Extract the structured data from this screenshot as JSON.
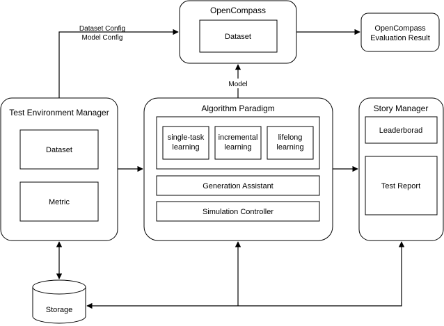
{
  "opencompass": {
    "title": "OpenCompass",
    "dataset": "Dataset",
    "result_line1": "OpenCompass",
    "result_line2": "Evaluation Result"
  },
  "config_label": {
    "line1": "Dataset Config",
    "line2": "Model Config"
  },
  "model_label": "Model",
  "test_env": {
    "title": "Test Environment Manager",
    "dataset": "Dataset",
    "metric": "Metric"
  },
  "algorithm": {
    "title": "Algorithm Paradigm",
    "single_task": [
      "single-task",
      "learning"
    ],
    "incremental": [
      "incremental",
      "learning"
    ],
    "lifelong": [
      "lifelong",
      "learning"
    ],
    "generation_assistant": "Generation Assistant",
    "simulation_controller": "Simulation Controller"
  },
  "story": {
    "title": "Story Manager",
    "leaderboard": "Leaderborad",
    "test_report": "Test Report"
  },
  "storage": "Storage"
}
